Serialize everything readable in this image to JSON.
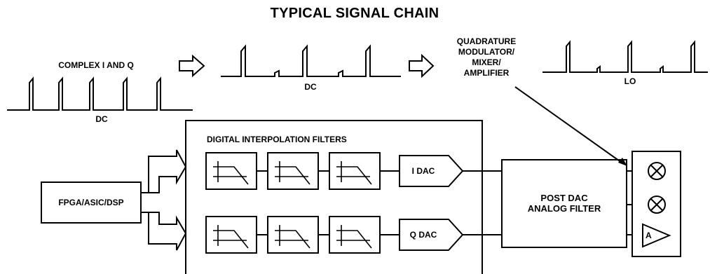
{
  "title": "TYPICAL SIGNAL CHAIN",
  "waveforms": {
    "input_label": "COMPLEX I AND Q",
    "input_baseband": "DC",
    "interpolated_baseband": "DC",
    "modulator_label": "QUADRATURE\nMODULATOR/\nMIXER/\nAMPLIFIER",
    "lo_label": "LO"
  },
  "blocks": {
    "source": "FPGA/ASIC/DSP",
    "filters_group": "DIGITAL INTERPOLATION FILTERS",
    "i_dac": "I DAC",
    "q_dac": "Q DAC",
    "post_filter": "POST DAC\nANALOG FILTER",
    "amplifier": "A"
  },
  "colors": {
    "stroke": "#000000",
    "background": "#ffffff"
  }
}
